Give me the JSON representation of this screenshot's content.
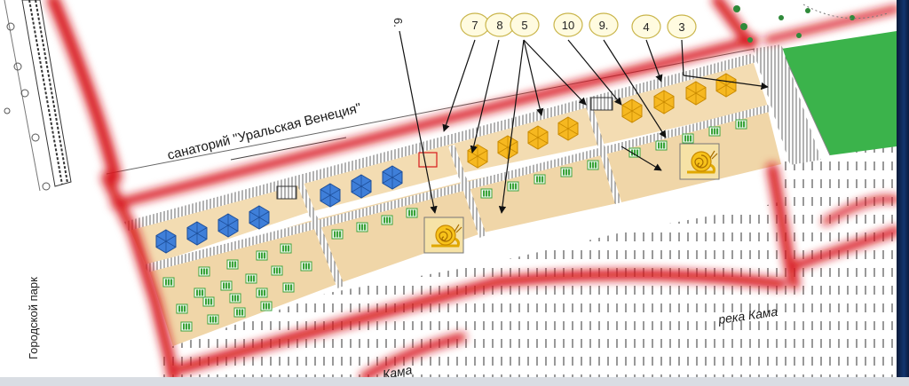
{
  "labels": {
    "sanatorium": "санаторий  \"Уральская Венеция\"",
    "city_park": "Городской парк",
    "river_main": "река Кама",
    "river_lower": "Кама"
  },
  "callouts": [
    {
      "id": "c7",
      "text": "7"
    },
    {
      "id": "c8",
      "text": "8"
    },
    {
      "id": "c5",
      "text": "5"
    },
    {
      "id": "c10",
      "text": "10"
    },
    {
      "id": "c9",
      "text": "9."
    },
    {
      "id": "c4",
      "text": "4"
    },
    {
      "id": "c3",
      "text": "3"
    }
  ],
  "callout_6": "6.",
  "colors": {
    "boundary_red": "#d8191b",
    "sand": "#f3dcb2",
    "sand_dark": "#e8c999",
    "umbrella_blue": "#3f7fd9",
    "umbrella_yellow": "#f6b820",
    "bench_green": "#3aa33a",
    "lawn_green": "#3bb34b"
  }
}
